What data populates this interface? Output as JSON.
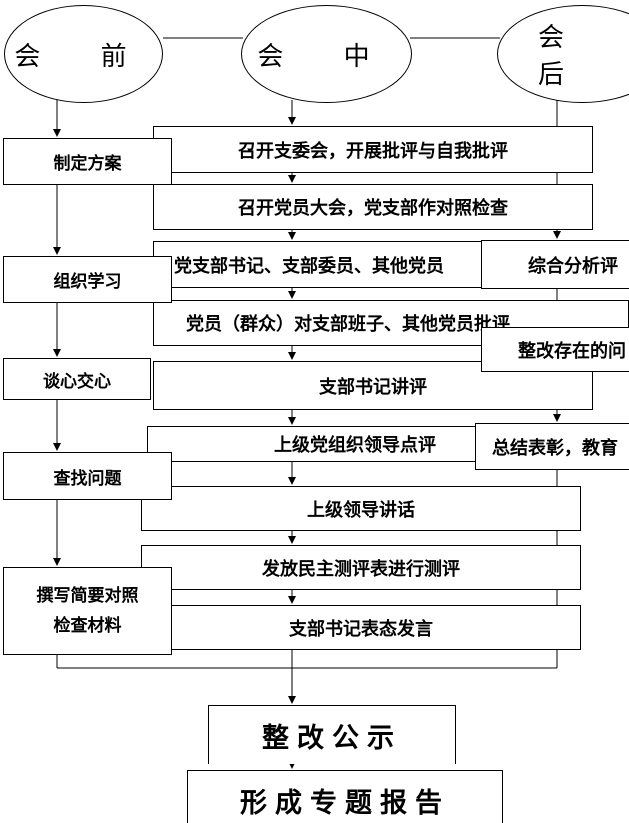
{
  "phases": {
    "before": "会 前",
    "during": "会 中",
    "after": "会 后"
  },
  "left_column": {
    "plan": "制定方案",
    "study": "组织学习",
    "talk": "谈心交心",
    "find_problems": "查找问题",
    "write_line1": "撰写简要对照",
    "write_line2": "检查材料"
  },
  "middle_column": {
    "step1": "召开支委会，开展批评与自我批评",
    "step2": "召开党员大会，党支部作对照检查",
    "step3": "党支部书记、支部委员、其他党员",
    "step4": "党员（群众）对支部班子、其他党员批评",
    "step5": "支部书记讲评",
    "step6": "上级党组织领导点评",
    "step7": "上级领导讲话",
    "step8": "发放民主测评表进行测评",
    "step9": "支部书记表态发言"
  },
  "right_column": {
    "analysis": "综合分析评",
    "rectify": "整改存在的问",
    "summary": "总结表彰，教育"
  },
  "bottom": {
    "publicity": "整改公示",
    "report": "形成专题报告"
  }
}
